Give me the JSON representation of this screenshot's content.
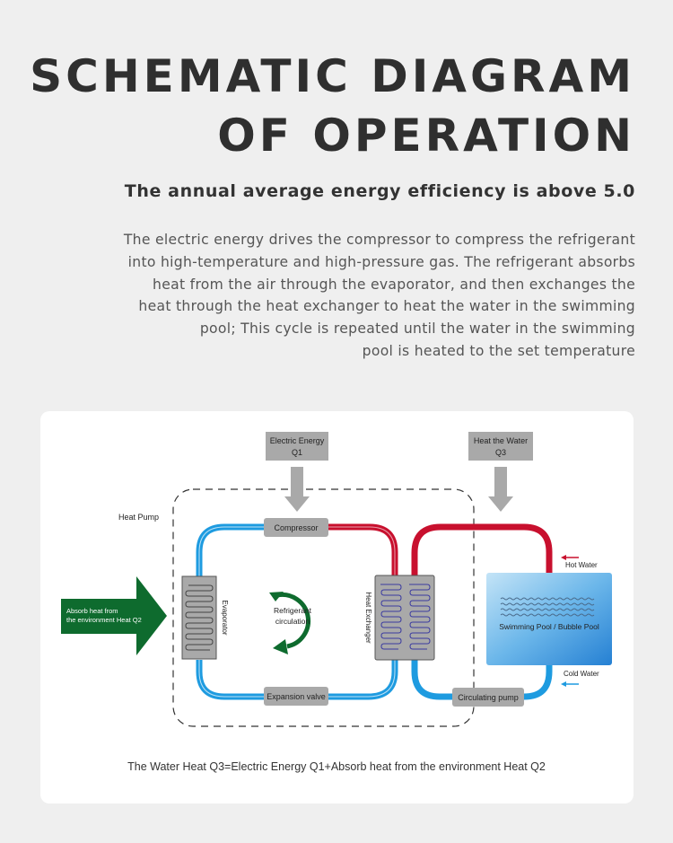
{
  "header": {
    "title_line1": "SCHEMATIC DIAGRAM",
    "title_line2": "OF OPERATION",
    "subtitle": "The annual average energy efficiency is above 5.0",
    "description_lines": [
      "The electric energy drives the compressor to compress the refrigerant",
      "into high-temperature and high-pressure gas. The refrigerant absorbs",
      "heat from the air through the evaporator, and then exchanges the",
      "heat through the heat exchanger to heat the water in the swimming",
      "pool; This cycle is repeated until the water in the swimming",
      "pool is heated to the set temperature"
    ]
  },
  "diagram": {
    "electric_energy_line1": "Electric Energy",
    "electric_energy_line2": "Q1",
    "heat_water_line1": "Heat the Water",
    "heat_water_line2": "Q3",
    "heat_pump": "Heat Pump",
    "compressor": "Compressor",
    "evaporator": "Evaporator",
    "heat_exchanger": "Heat Exchanger",
    "refrigerant_line1": "Refrigerant",
    "refrigerant_line2": "circulation",
    "expansion_valve": "Expansion valve",
    "circulating_pump": "Circulating pump",
    "absorb_line1": "Absorb heat from",
    "absorb_line2": "the environment Heat Q2",
    "hot_water": "Hot Water",
    "cold_water": "Cold Water",
    "pool_label": "Swimming Pool / Bubble Pool",
    "formula": "The Water Heat Q3=Electric Energy Q1+Absorb heat from the environment Heat Q2"
  },
  "colors": {
    "hot_pipe": "#c8102e",
    "cold_pipe": "#1e9be0",
    "green_arrow": "#0e6b2e",
    "gray_box": "#a9a9a9",
    "pool_top": "#b7dcf3",
    "pool_bottom": "#2a8ad8"
  }
}
